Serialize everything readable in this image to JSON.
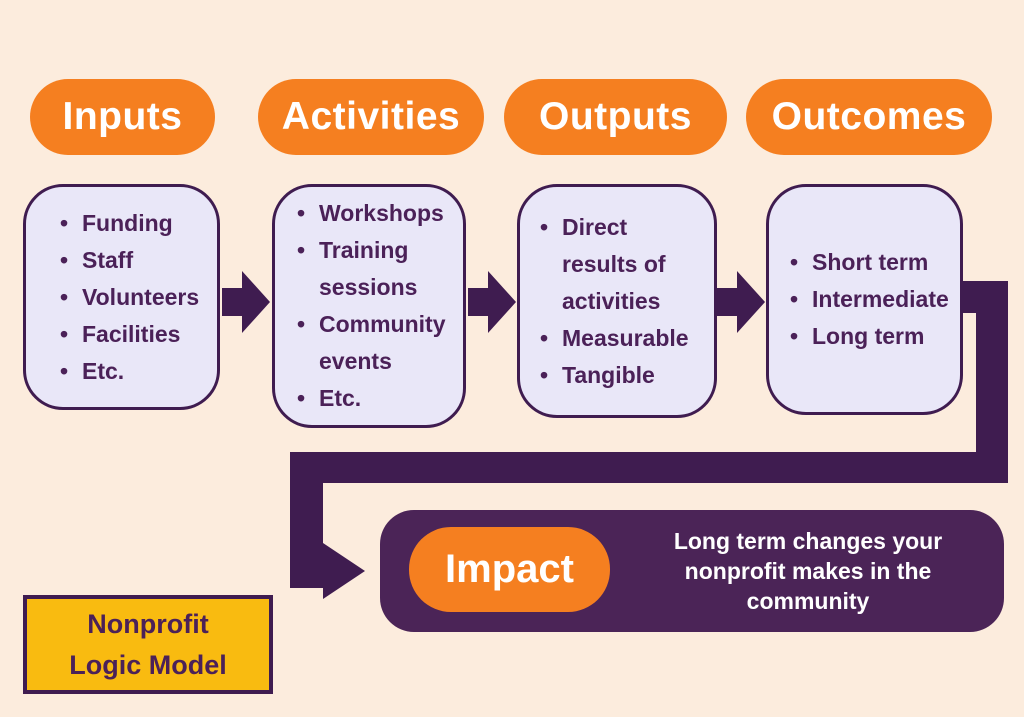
{
  "colors": {
    "background": "#fcecdd",
    "orange": "#f57f20",
    "box_fill": "#e9e7f8",
    "purple": "#3f1c50",
    "ink": "#4b2158",
    "impact_fill": "#4b2457",
    "yellow": "#f9bb10",
    "white": "#ffffff"
  },
  "columns": [
    {
      "header": "Inputs",
      "items": [
        "Funding",
        "Staff",
        "Volunteers",
        "Facilities",
        "Etc."
      ]
    },
    {
      "header": "Activities",
      "items": [
        "Workshops",
        "Training sessions",
        "Community events",
        "Etc."
      ]
    },
    {
      "header": "Outputs",
      "items": [
        "Direct results of activities",
        "Measurable",
        "Tangible"
      ]
    },
    {
      "header": "Outcomes",
      "items": [
        "Short term",
        "Intermediate",
        "Long term"
      ]
    }
  ],
  "impact": {
    "label": "Impact",
    "description": "Long term changes your nonprofit makes in the community"
  },
  "title": {
    "line1": "Nonprofit",
    "line2": "Logic Model"
  }
}
